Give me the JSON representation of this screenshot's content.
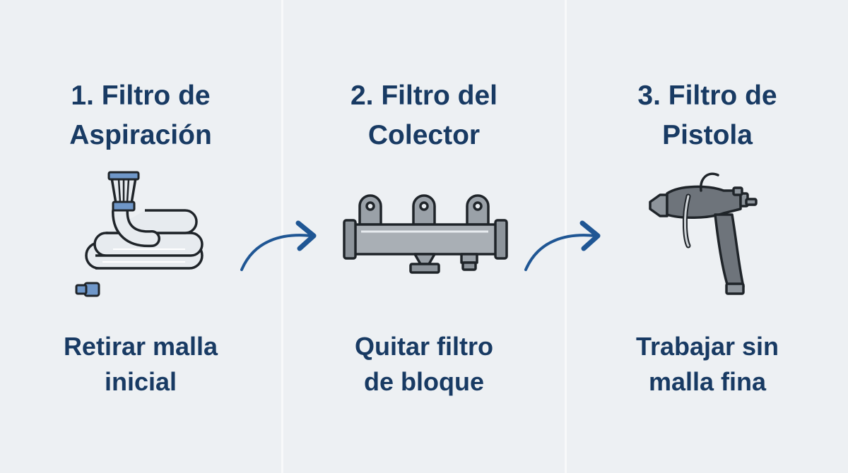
{
  "steps": [
    {
      "title_line1": "1. Filtro de",
      "title_line2": "Aspiración",
      "caption_line1": "Retirar malla",
      "caption_line2": "inicial",
      "icon": "suction-hose-filter-icon"
    },
    {
      "title_line1": "2. Filtro del",
      "title_line2": "Colector",
      "caption_line1": "Quitar filtro",
      "caption_line2": "de bloque",
      "icon": "manifold-filter-icon"
    },
    {
      "title_line1": "3. Filtro de",
      "title_line2": "Pistola",
      "caption_line1": "Trabajar sin",
      "caption_line2": "malla fina",
      "icon": "spray-gun-icon"
    }
  ],
  "colors": {
    "text": "#183a63",
    "arrow": "#1f5694",
    "accent_blue": "#6f97c9",
    "metal": "#9aa1a8",
    "outline": "#1f2429"
  }
}
